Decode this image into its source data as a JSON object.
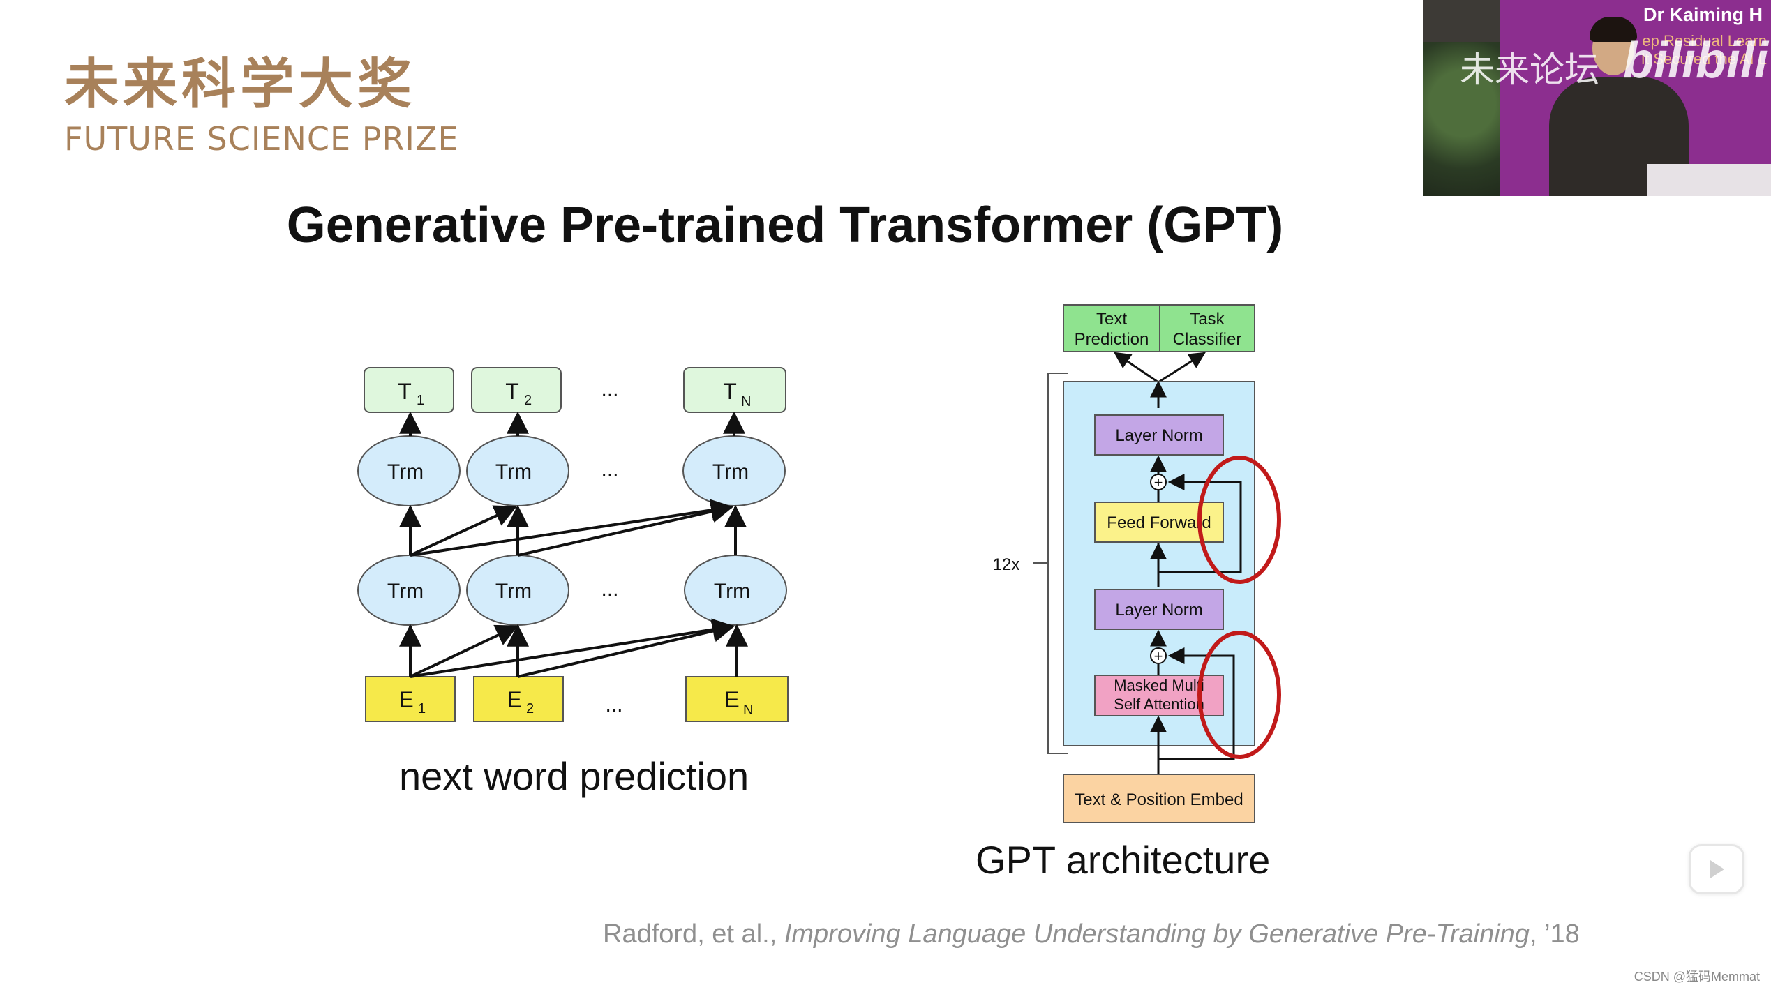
{
  "logo": {
    "chinese": "未来科学大奖",
    "english": "FUTURE SCIENCE PRIZE"
  },
  "slide": {
    "title": "Generative Pre-trained Transformer (GPT)",
    "left_caption": "next word prediction",
    "right_caption": "GPT architecture",
    "citation_authors": "Radford, et al., ",
    "citation_title": "Improving Language Understanding by Generative Pre-Training",
    "citation_year": ", ’18"
  },
  "left_diagram": {
    "outputs": [
      "T",
      "T",
      "T"
    ],
    "output_subscripts": [
      "1",
      "2",
      "N"
    ],
    "trm_label": "Trm",
    "inputs": [
      "E",
      "E",
      "E"
    ],
    "input_subscripts": [
      "1",
      "2",
      "N"
    ],
    "ellipsis": "..."
  },
  "right_diagram": {
    "head_left": [
      "Text",
      "Prediction"
    ],
    "head_right": [
      "Task",
      "Classifier"
    ],
    "layer_norm_top": "Layer Norm",
    "feed_forward": "Feed Forward",
    "layer_norm_bottom": "Layer Norm",
    "masked_attention": [
      "Masked Multi",
      "Self Attention"
    ],
    "embed": "Text & Position Embed",
    "repeat_label": "12x",
    "add_symbol": "+"
  },
  "video": {
    "speaker_text": "Dr Kaiming H",
    "banner_line_1": "ep Residual Learn",
    "banner_line_2": "lt Secured the AI L",
    "watermark_cn": "未来论坛",
    "watermark_en": "bilibili"
  },
  "footer_watermark": "CSDN @猛码Memmat",
  "colors": {
    "trm_fill": "#d4ecfb",
    "output_fill": "#dff7dd",
    "input_fill": "#f6e94a",
    "layer_norm_fill": "#c3a6e6",
    "feed_forward_fill": "#fbf28a",
    "attention_fill": "#f1a2c4",
    "embed_fill": "#fbd3a2",
    "block_fill": "#c9ecfb",
    "head_fill": "#8fe38f",
    "highlight_ring": "#c11a1a",
    "logo": "#a8815a"
  }
}
